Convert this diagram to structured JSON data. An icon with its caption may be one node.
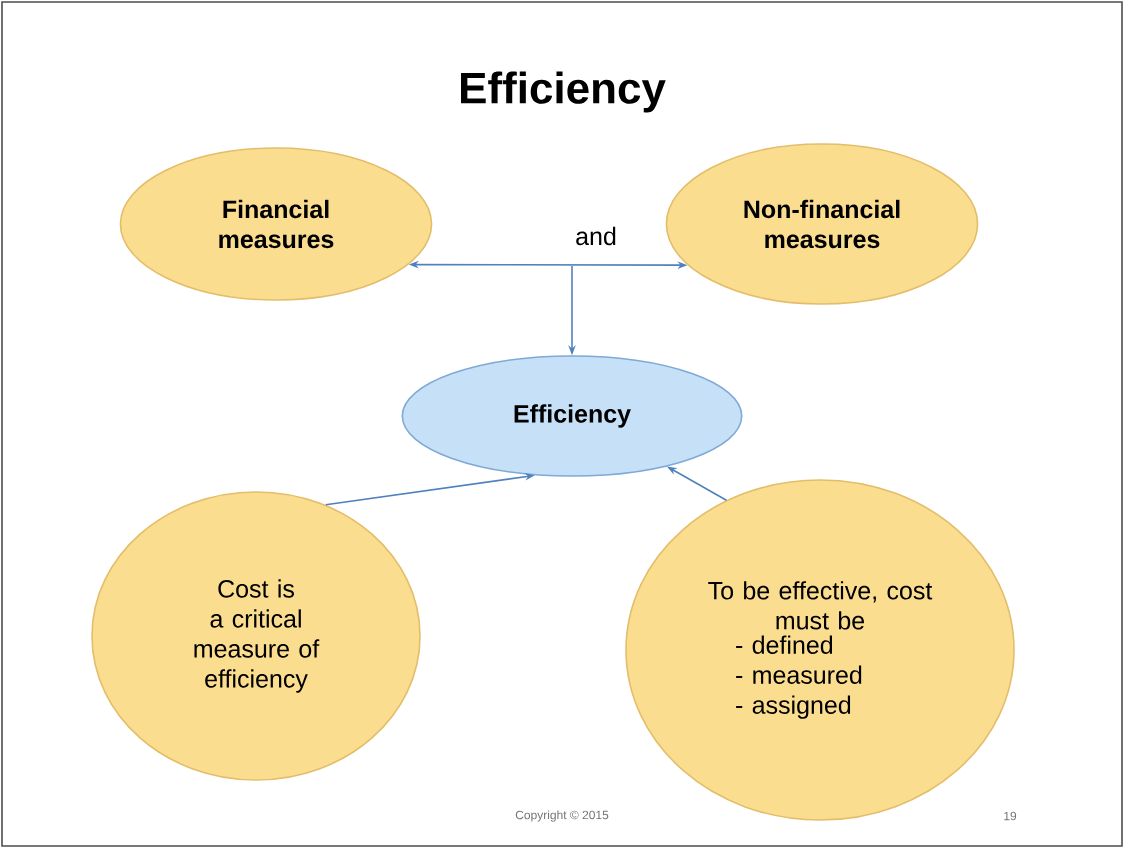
{
  "diagram": {
    "title": "Efficiency",
    "nodes": [
      {
        "text": [
          "Financial measures"
        ]
      },
      {
        "text": [
          "Non-financial measures"
        ]
      },
      {
        "text": [
          "Efficiency"
        ]
      },
      {
        "text": [
          "Cost is a critical measure of efficiency"
        ]
      },
      {
        "text": [
          "To be effective, cost must be",
          "- defined",
          "- measured",
          "- assigned"
        ]
      }
    ],
    "edges": [
      {
        "from": 0,
        "to": 1,
        "arrow": "both",
        "label": "and"
      },
      {
        "from": null,
        "to": 2,
        "arrow": "to"
      },
      {
        "from": 3,
        "to": 2,
        "arrow": "to"
      },
      {
        "from": 4,
        "to": 2,
        "arrow": "to"
      }
    ],
    "labels": [
      "Copyright © 2015",
      "19"
    ]
  }
}
